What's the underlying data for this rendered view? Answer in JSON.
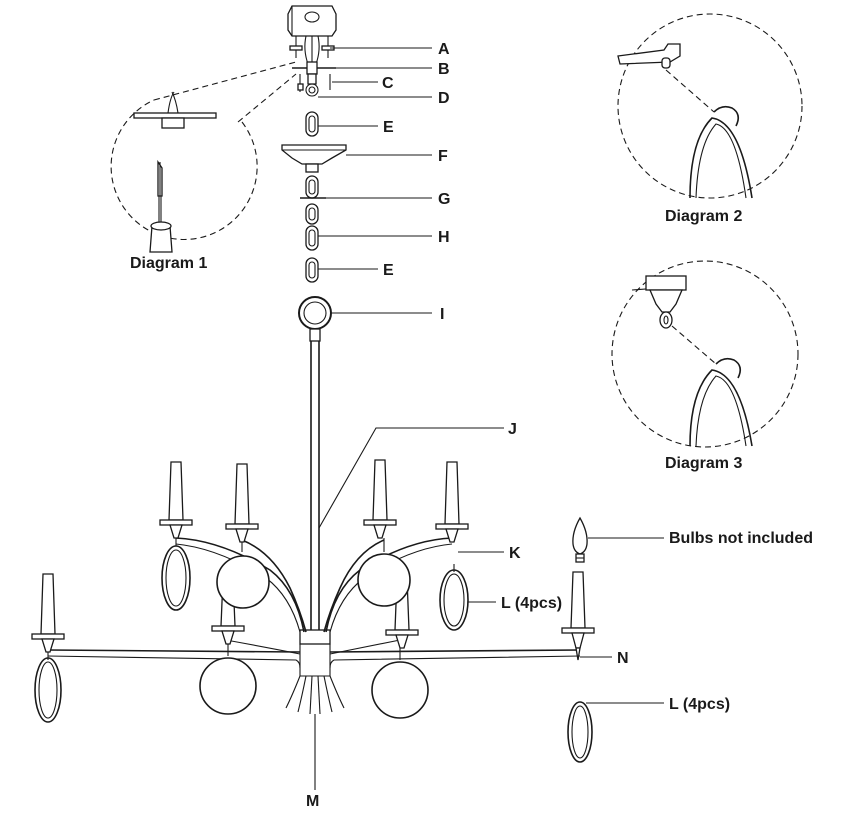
{
  "parts": {
    "A": "A",
    "B": "B",
    "C": "C",
    "D": "D",
    "E1": "E",
    "F": "F",
    "G": "G",
    "H": "H",
    "E2": "E",
    "I": "I",
    "J": "J",
    "K": "K",
    "L1": "L (4pcs)",
    "N": "N",
    "L2": "L (4pcs)",
    "M": "M"
  },
  "diagrams": {
    "d1": "Diagram 1",
    "d2": "Diagram 2",
    "d3": "Diagram 3"
  },
  "notes": {
    "bulbs": "Bulbs not included"
  }
}
